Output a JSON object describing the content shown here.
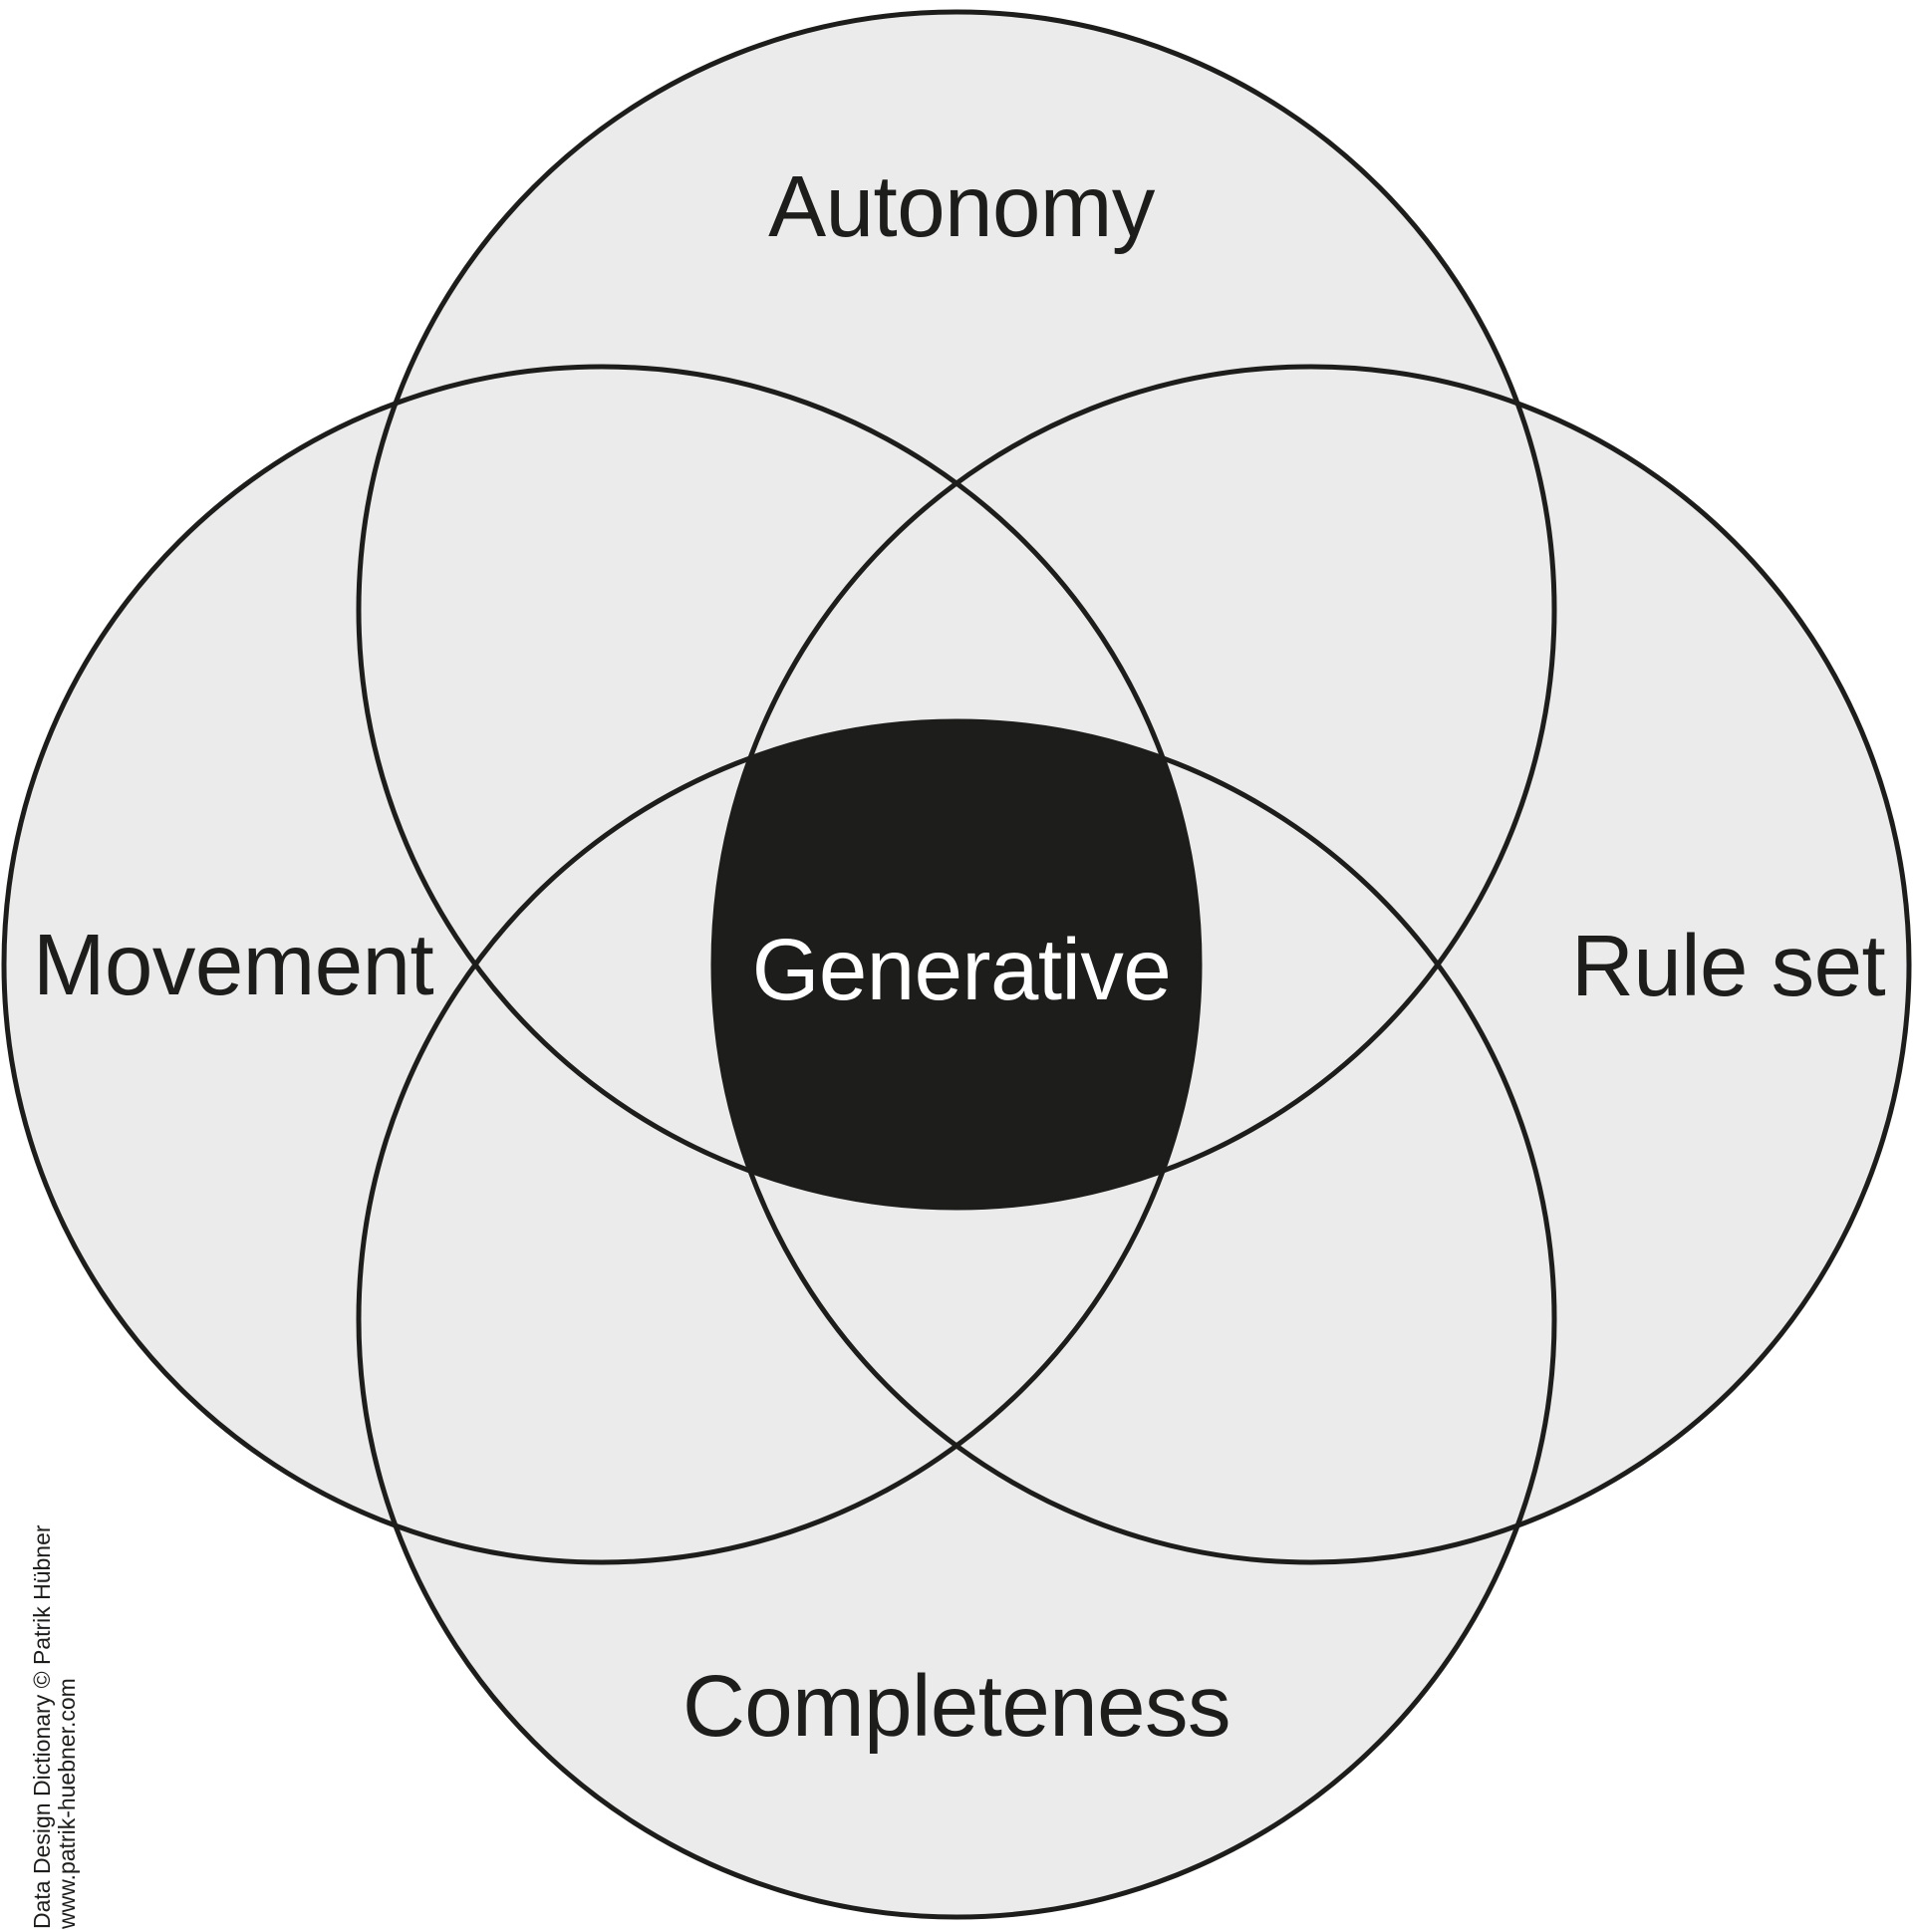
{
  "diagram": {
    "type": "venn",
    "center_label": "Generative",
    "circles": [
      {
        "id": "autonomy",
        "label": "Autonomy",
        "position": "top"
      },
      {
        "id": "movement",
        "label": "Movement",
        "position": "left"
      },
      {
        "id": "rule_set",
        "label": "Rule set",
        "position": "right"
      },
      {
        "id": "completeness",
        "label": "Completeness",
        "position": "bottom"
      }
    ]
  },
  "credit": {
    "line1": "Data Design Dictionary © Patrik Hübner",
    "line2": "www.patrik-huebner.com"
  },
  "colors": {
    "background": "#ffffff",
    "circle_fill": "#ebebeb",
    "outline": "#1d1d1b",
    "center_fill": "#1d1d1b",
    "center_text": "#ffffff",
    "label_text": "#1d1d1b"
  }
}
